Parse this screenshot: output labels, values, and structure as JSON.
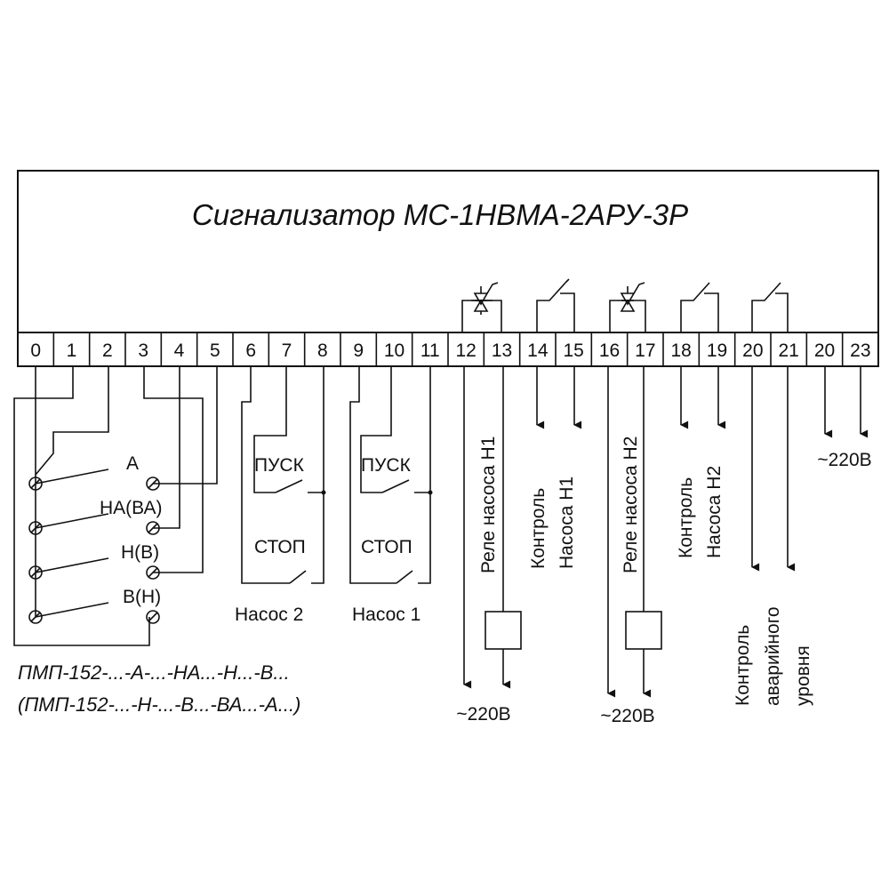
{
  "device": {
    "title": "Сигнализатор МС-1НВМА-2АРУ-3Р"
  },
  "terminals": [
    "0",
    "1",
    "2",
    "3",
    "4",
    "5",
    "6",
    "7",
    "8",
    "9",
    "10",
    "11",
    "12",
    "13",
    "14",
    "15",
    "16",
    "17",
    "18",
    "19",
    "20",
    "21",
    "20",
    "23"
  ],
  "switch_labels": {
    "a": "А",
    "ha": "НА(ВА)",
    "h": "Н(В)",
    "b": "В(Н)"
  },
  "pump2": {
    "start": "ПУСК",
    "stop": "СТОП",
    "name": "Насос 2"
  },
  "pump1": {
    "start": "ПУСК",
    "stop": "СТОП",
    "name": "Насос 1"
  },
  "relay_h1": "Реле насоса Н1",
  "control_h1": [
    "Контроль",
    "Насоса Н1"
  ],
  "relay_h2": "Реле насоса Н2",
  "control_h2": [
    "Контроль",
    "Насоса Н2"
  ],
  "alarm_control": [
    "Контроль",
    "аварийного",
    "уровня"
  ],
  "voltage": {
    "left": "~220В",
    "mid": "~220В",
    "right": "~220В"
  },
  "model_lines": [
    "ПМП-152-...-А-...-НА...-Н...-В...",
    "(ПМП-152-...-Н-...-В...-ВА...-А...)"
  ]
}
